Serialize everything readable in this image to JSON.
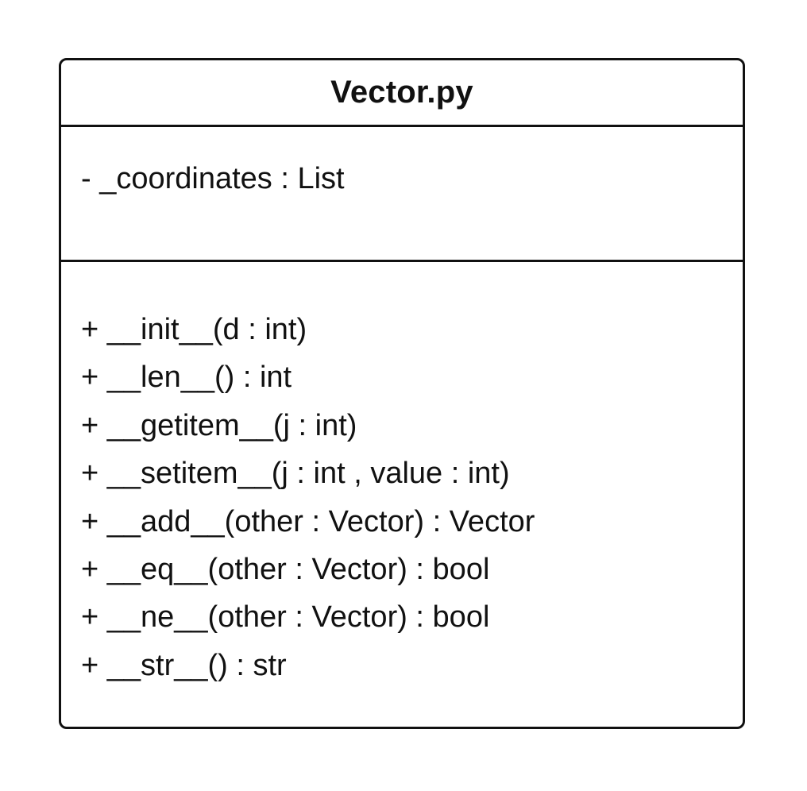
{
  "uml_class": {
    "name": "Vector.py",
    "attributes": [
      "- _coordinates : List"
    ],
    "methods": [
      "+ __init__(d : int)",
      "+ __len__() : int",
      "+ __getitem__(j : int)",
      "+ __setitem__(j : int , value : int)",
      "+ __add__(other : Vector) : Vector",
      "+ __eq__(other : Vector) : bool",
      "+ __ne__(other : Vector) : bool",
      "+ __str__() : str"
    ]
  },
  "colors": {
    "stroke": "#111111",
    "background": "#ffffff"
  }
}
